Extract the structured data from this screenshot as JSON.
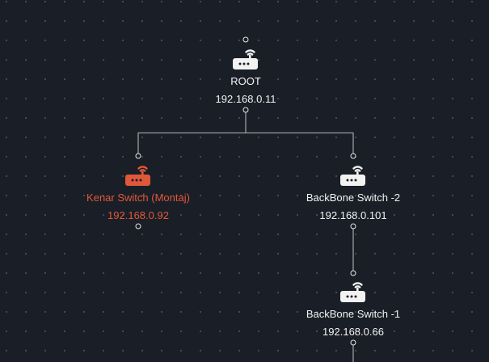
{
  "colors": {
    "background": "#1a1e26",
    "default_node": "#f2f2f2",
    "alert_node": "#e0583a",
    "edge": "#9a9ca0"
  },
  "nodes": [
    {
      "id": "root",
      "name": "ROOT",
      "ip": "192.168.0.11",
      "icon": "router-wifi-icon",
      "status": "normal"
    },
    {
      "id": "kenar",
      "name": "Kenar Switch (Montaj)",
      "ip": "192.168.0.92",
      "icon": "router-wifi-icon",
      "status": "alert"
    },
    {
      "id": "backbone2",
      "name": "BackBone Switch -2",
      "ip": "192.168.0.101",
      "icon": "router-wifi-icon",
      "status": "normal"
    },
    {
      "id": "backbone1",
      "name": "BackBone Switch -1",
      "ip": "192.168.0.66",
      "icon": "router-wifi-icon",
      "status": "normal"
    }
  ],
  "edges": [
    {
      "from": "root",
      "to": "kenar"
    },
    {
      "from": "root",
      "to": "backbone2"
    },
    {
      "from": "backbone2",
      "to": "backbone1"
    }
  ]
}
